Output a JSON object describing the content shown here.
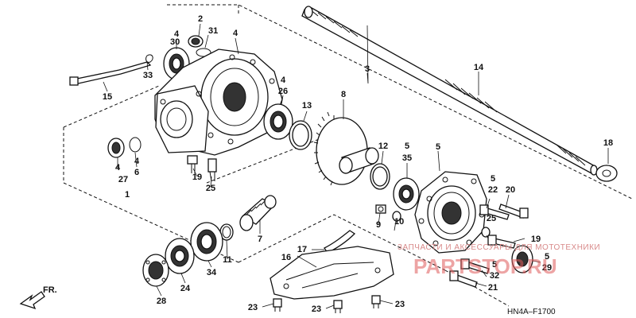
{
  "callouts": {
    "c2": "2",
    "c3": "3",
    "c4a": "4",
    "c4b": "4",
    "c4c": "4",
    "c4d": "4",
    "c5a": "5",
    "c5b": "5",
    "c5c": "5",
    "c5d": "5",
    "c5e": "5",
    "c6": "6",
    "c7": "7",
    "c8": "8",
    "c9": "9",
    "c10": "10",
    "c11": "11",
    "c12": "12",
    "c13": "13",
    "c14": "14",
    "c15": "15",
    "c16": "16",
    "c17": "17",
    "c18": "18",
    "c19a": "19",
    "c19b": "19",
    "c20": "20",
    "c21": "21",
    "c22": "22",
    "c23a": "23",
    "c23b": "23",
    "c23c": "23",
    "c24": "24",
    "c25a": "25",
    "c25b": "25",
    "c26": "26",
    "c27": "27",
    "c28": "28",
    "c29": "29",
    "c30": "30",
    "c31": "31",
    "c32": "32",
    "c33": "33",
    "c34": "34",
    "c35": "35",
    "c1": "1"
  },
  "diagram_code": "HN4A–F1700",
  "watermark": {
    "line1": "ЗАПЧАСТИ И АКСЕССУАРЫ ДЛЯ МОТОТЕХНИКИ",
    "line2": "PARTSTOP.RU"
  },
  "front_marker": "FR.",
  "colors": {
    "ink": "#111111",
    "watermark": "#e05a5a"
  }
}
